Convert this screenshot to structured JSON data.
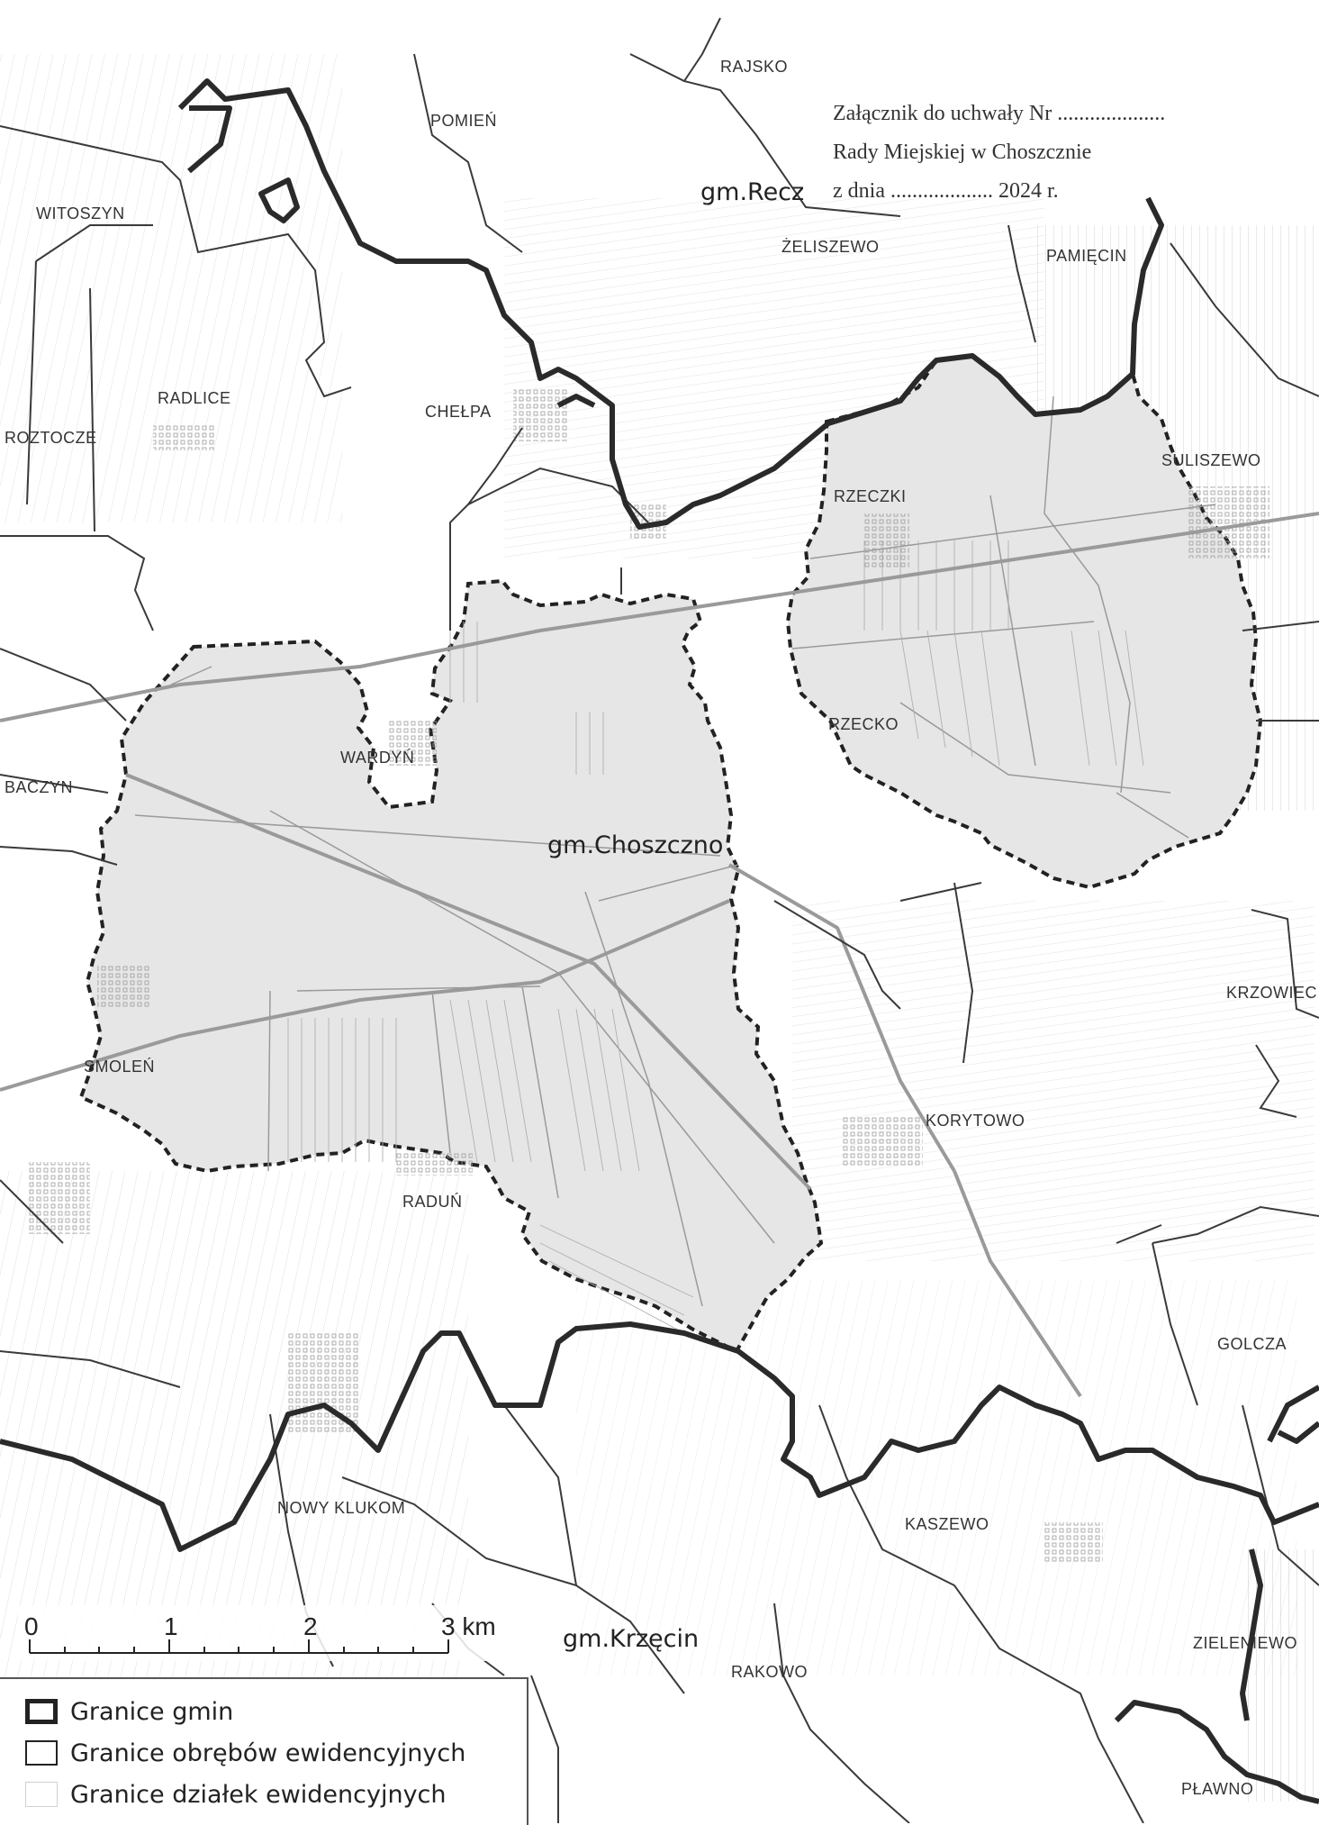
{
  "annotation": {
    "line1": "Załącznik do uchwały Nr ....................",
    "line2": "Rady Miejskiej w Choszcznie",
    "line3": "z dnia ................... 2024 r."
  },
  "gminy": {
    "recz": "gm.Recz",
    "choszczno": "gm.Choszczno",
    "krzecin": "gm.Krzęcin"
  },
  "places": {
    "rajsko": "RAJSKO",
    "pomien": "POMIEŃ",
    "witoszyn": "WITOSZYN",
    "zeliszewo": "ŻELISZEWO",
    "pamiecin": "PAMIĘCIN",
    "radlice": "RADLICE",
    "chelpa": "CHEŁPA",
    "roztocze": "ROZTOCZE",
    "suliszewo": "SULISZEWO",
    "rzeczki": "RZECZKI",
    "rzecko": "RZECKO",
    "wardyn": "WARDYŃ",
    "baczyn": "BACZYN",
    "krzowiec": "KRZOWIEC",
    "smolen": "SMOLEŃ",
    "korytowo": "KORYTOWO",
    "radun": "RADUŃ",
    "golcza": "GOLCZA",
    "nowy_klukom": "NOWY KLUKOM",
    "kaszewo": "KASZEWO",
    "rakowo": "RAKOWO",
    "zieleniewo": "ZIELENIEWO",
    "plawno": "PŁAWNO"
  },
  "scale": {
    "ticks": [
      "0",
      "1",
      "2",
      "3 km"
    ],
    "unit": "km"
  },
  "legend": {
    "items": [
      {
        "label": "Granice gmin",
        "style": "thick"
      },
      {
        "label": "Granice obrębów ewidencyjnych",
        "style": "medium"
      },
      {
        "label": "Granice działek ewidencyjnych",
        "style": "thin"
      }
    ]
  },
  "colors": {
    "area_fill": "#e6e6e6",
    "gmina_border": "#2a2a2a",
    "obreb_border": "#3a3a3a",
    "parcel_line": "#bdbdbd",
    "road": "#9a9a9a"
  }
}
